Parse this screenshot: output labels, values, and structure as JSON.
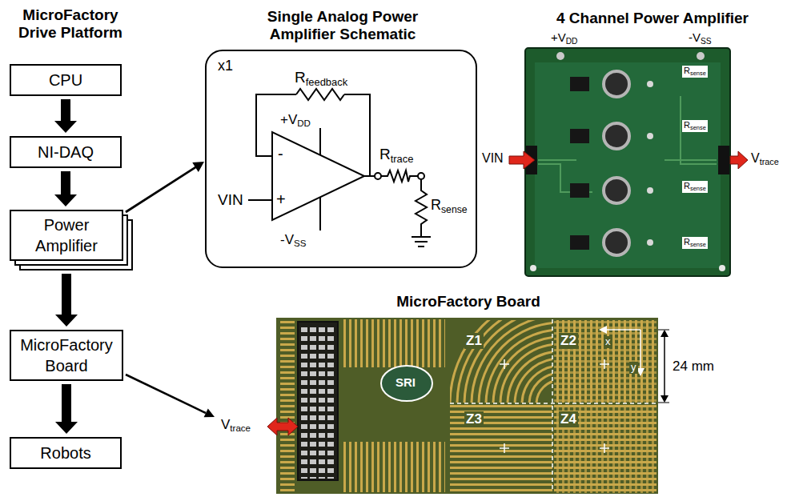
{
  "diagram": {
    "nodes": [
      {
        "text": [
          "CPU"
        ]
      },
      {
        "text": [
          "NI-DAQ"
        ]
      },
      {
        "text": [
          "Power Amplifier"
        ]
      },
      {
        "text": [
          "MicroFactory Board"
        ]
      },
      {
        "text": [
          "Robots"
        ]
      },
      {
        "text": [
          "Single Analog Power Amplifier Schematic",
          "x1"
        ]
      },
      {
        "text": [
          "4 Channel Power Amplifier"
        ]
      },
      {
        "text": [
          "MicroFactory Board"
        ]
      }
    ],
    "edges": [
      {
        "from": 0,
        "to": 1,
        "arrow": "to"
      },
      {
        "from": 1,
        "to": 2,
        "arrow": "to"
      },
      {
        "from": 2,
        "to": 3,
        "arrow": "to"
      },
      {
        "from": 3,
        "to": 4,
        "arrow": "to"
      },
      {
        "from": 2,
        "to": 5,
        "arrow": "to"
      }
    ],
    "labels": [
      "MicroFactory Drive Platform",
      "R",
      "feedback",
      "+V",
      "DD",
      "VIN",
      "-",
      "+",
      "R",
      "trace",
      "R",
      "sense",
      "-V",
      "SS",
      "+V",
      "DD",
      "-V",
      "SS",
      "VIN",
      "V",
      "trace",
      "R",
      "sense",
      "R",
      "sense",
      "R",
      "sense",
      "R",
      "sense",
      "Z1",
      "Z2",
      "x",
      "y",
      "24 mm",
      "Z3",
      "Z4",
      "SRI",
      "V",
      "trace"
    ]
  }
}
